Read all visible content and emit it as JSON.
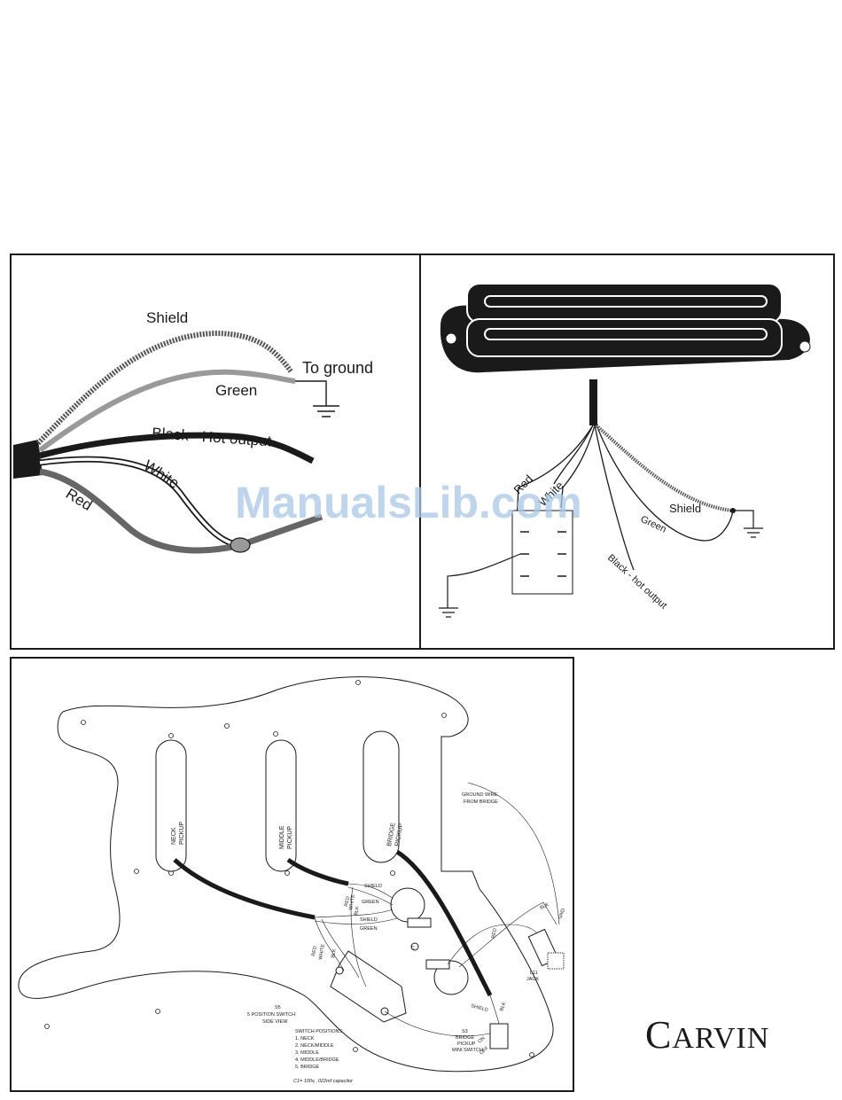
{
  "wire_panel": {
    "labels": {
      "shield": "Shield",
      "to_ground": "To ground",
      "green": "Green",
      "black": "Black  - Hot output",
      "white": "White",
      "red": "Red"
    }
  },
  "humbucker_panel": {
    "labels": {
      "red": "Red",
      "white": "White",
      "shield": "Shield",
      "green": "Green",
      "black": "Black - hot output"
    }
  },
  "pickguard_panel": {
    "pickups": {
      "neck": [
        "NECK",
        "PICKUP"
      ],
      "middle": [
        "MIDDLE",
        "PICKUP"
      ],
      "bridge": [
        "BRIDGE",
        "PICKUP"
      ]
    },
    "ground_note": [
      "GROUND WIRE",
      "FROM BRIDGE"
    ],
    "wire_tags": {
      "shield_1": "SHIELD",
      "green_1": "GREEN",
      "shield_2": "SHIELD",
      "green_2": "GREEN",
      "red_1": "RED",
      "white_1": "WHITE",
      "blk_1": "BLK",
      "red_2": "RED",
      "white_2": "WHITE",
      "blk_2": "BLK",
      "red_3": "RED",
      "blk_3": "BLK",
      "gnd": "GND",
      "shield_3": "SHIELD",
      "blk_4": "BLK",
      "c": "C"
    },
    "jack": [
      "L11",
      "JACK"
    ],
    "switch_caption": [
      "S5",
      "5 POSITION SWITCH",
      "SIDE VIEW"
    ],
    "switch_positions_title": "SWITCH POSITIONS:",
    "switch_positions": [
      "1. NECK",
      "2. NECK/MIDDLE",
      "3. MIDDLE",
      "4. MIDDLE/BRIDGE",
      "5. BRIDGE"
    ],
    "capacitor_note": "C1= 100v, .022mf capacitor",
    "mini_switch": [
      "S3",
      "BRIDGE",
      "PICKUP",
      "MINI SWITCH"
    ],
    "mini_switch_states": {
      "on": "ON",
      "off": "OFF"
    }
  },
  "watermark": "ManualsLib.com",
  "brand": {
    "first": "C",
    "rest": "ARVIN"
  }
}
